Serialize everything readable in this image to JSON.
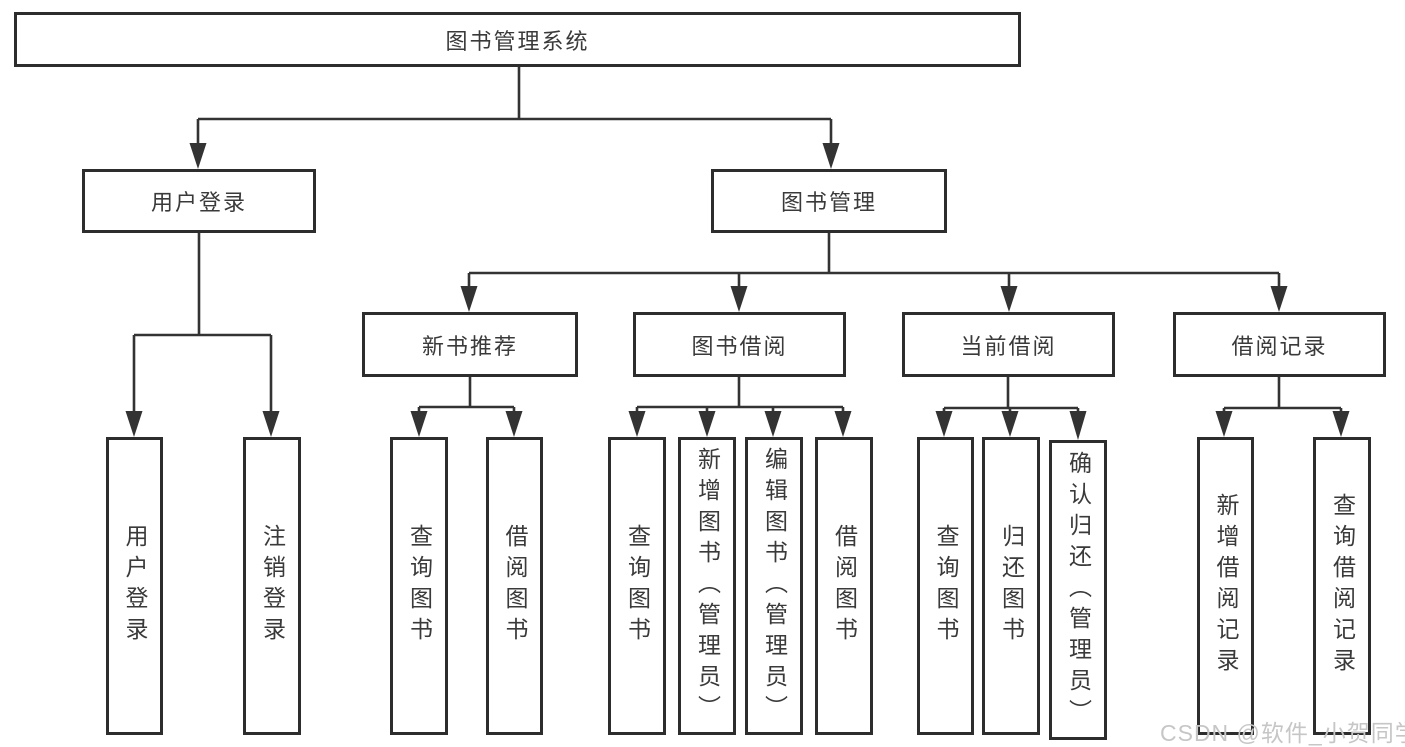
{
  "diagram": {
    "root": {
      "label": "图书管理系统"
    },
    "level2": [
      {
        "label": "用户登录"
      },
      {
        "label": "图书管理"
      }
    ],
    "level3": [
      {
        "label": "新书推荐"
      },
      {
        "label": "图书借阅"
      },
      {
        "label": "当前借阅"
      },
      {
        "label": "借阅记录"
      }
    ],
    "leaves": {
      "user_login": [
        "用户登录",
        "注销登录"
      ],
      "new_books": [
        "查询图书",
        "借阅图书"
      ],
      "book_borrow": [
        "查询图书",
        "新增图书（管理员）",
        "编辑图书（管理员）",
        "借阅图书"
      ],
      "current_borrow": [
        "查询图书",
        "归还图书",
        "确认归还（管理员）"
      ],
      "borrow_records": [
        "新增借阅记录",
        "查询借阅记录"
      ]
    }
  },
  "watermark": {
    "text": "CSDN @软件_小贺同学"
  },
  "colors": {
    "line": "#333333",
    "box_border": "#2d2d2d",
    "text": "#3a3a3a",
    "watermark_text": "#c6c6c6",
    "background": "#ffffff"
  }
}
